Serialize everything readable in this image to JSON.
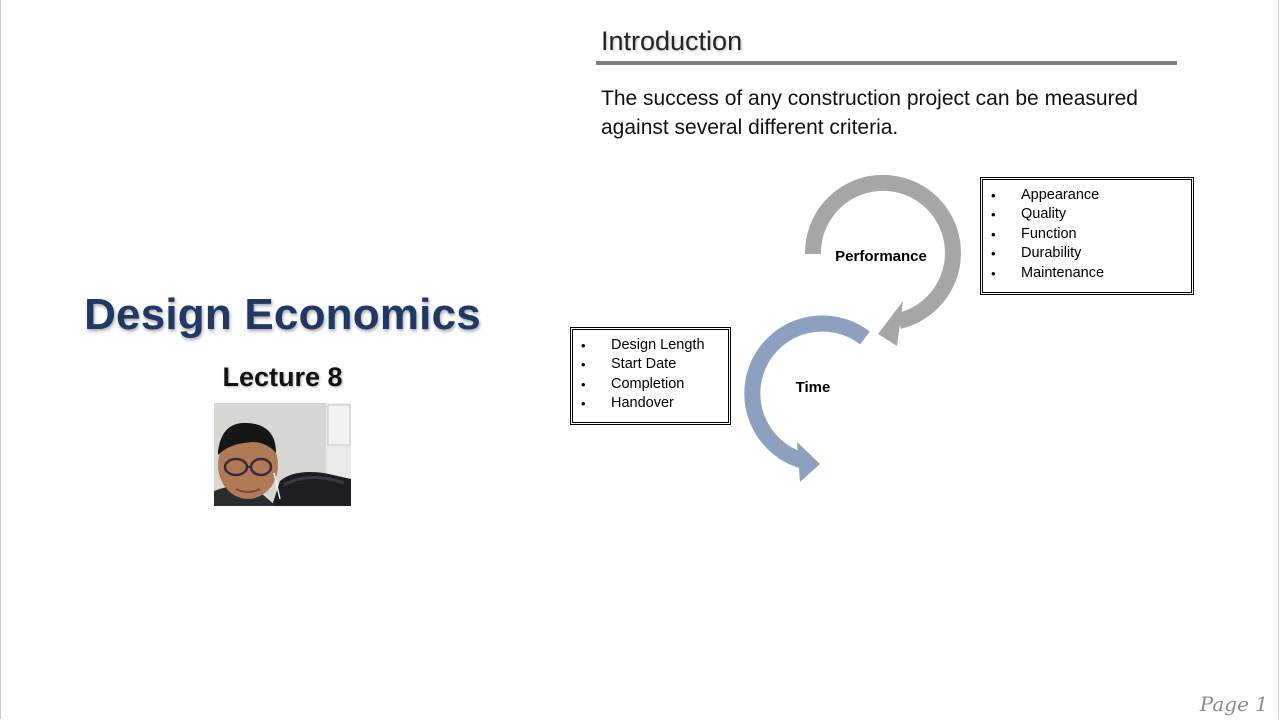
{
  "left_panel": {
    "title": "Design Economics",
    "subtitle": "Lecture 8"
  },
  "section": {
    "heading": "Introduction",
    "body": "The success of any construction project can be measured against several different criteria."
  },
  "cycle": {
    "performance_label": "Performance",
    "time_label": "Time",
    "performance_color": "#a6a6a6",
    "time_color": "#8ea0c0"
  },
  "performance_box": {
    "items": [
      "Appearance",
      "Quality",
      "Function",
      "Durability",
      "Maintenance"
    ]
  },
  "time_box": {
    "items": [
      "Design Length",
      "Start Date",
      "Completion",
      "Handover"
    ]
  },
  "footer": {
    "page": "Page 1"
  }
}
